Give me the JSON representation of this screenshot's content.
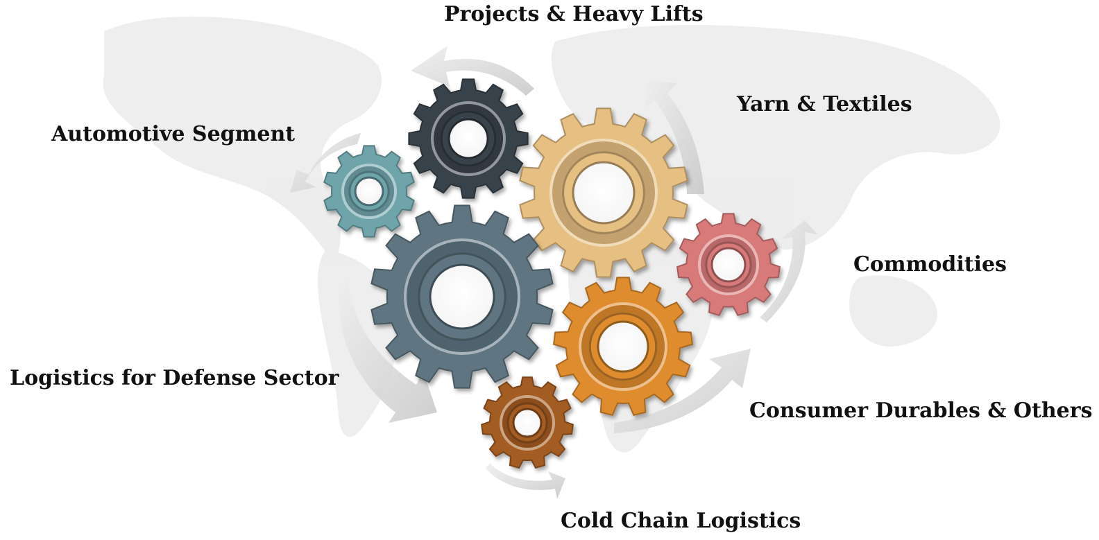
{
  "labels": {
    "projects": "Projects & Heavy Lifts",
    "yarn": "Yarn & Textiles",
    "automotive": "Automotive Segment",
    "commodities": "Commodities",
    "defense": "Logistics for Defense Sector",
    "consumer": "Consumer Durables & Others",
    "cold_chain": "Cold Chain Logistics"
  },
  "gears": [
    {
      "name": "gear-projects",
      "color": "#39424c"
    },
    {
      "name": "gear-yarn",
      "color": "#e6bf82"
    },
    {
      "name": "gear-automotive",
      "color": "#6fa4ab"
    },
    {
      "name": "gear-commodities",
      "color": "#d97a7a"
    },
    {
      "name": "gear-defense",
      "color": "#5e7581"
    },
    {
      "name": "gear-consumer",
      "color": "#de8c2f"
    },
    {
      "name": "gear-cold-chain",
      "color": "#a35c22"
    }
  ],
  "colors": {
    "text": "#111111",
    "arrow": "#cfcfcf",
    "map": "#e7e7e7"
  }
}
